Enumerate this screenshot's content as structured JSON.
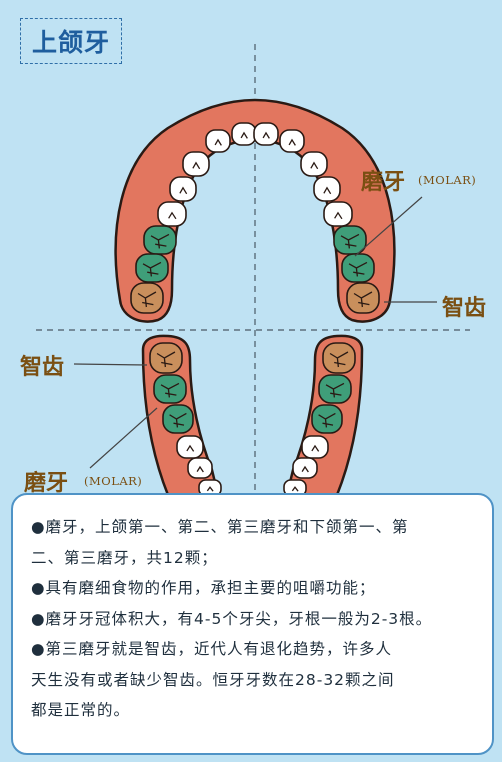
{
  "title": "上颌牙",
  "labels": {
    "molar_upper": "磨牙",
    "molar_upper_en": "(MOLAR)",
    "wisdom_upper": "智齿",
    "wisdom_lower": "智齿",
    "molar_lower": "磨牙",
    "molar_lower_en": "(MOLAR)"
  },
  "colors": {
    "background": "#bfe2f3",
    "gum": "#e2765f",
    "gum_outline": "#2a1a14",
    "tooth": "#ffffff",
    "molar": "#3f9e79",
    "wisdom_tooth": "#c98f5c",
    "label_text": "#7a4f12",
    "title_text": "#1f5e9e",
    "card_border": "#4f93c6"
  },
  "info": {
    "lines": [
      "●磨牙，上颌第一、第二、第三磨牙和下颌第一、第",
      "二、第三磨牙，共12颗；",
      "●具有磨细食物的作用，承担主要的咀嚼功能；",
      "●磨牙牙冠体积大，有4-5个牙尖，牙根一般为2-3根。",
      "●第三磨牙就是智齿，近代人有退化趋势，许多人",
      "天生没有或者缺少智齿。恒牙牙数在28-32颗之间",
      "都是正常的。"
    ]
  }
}
